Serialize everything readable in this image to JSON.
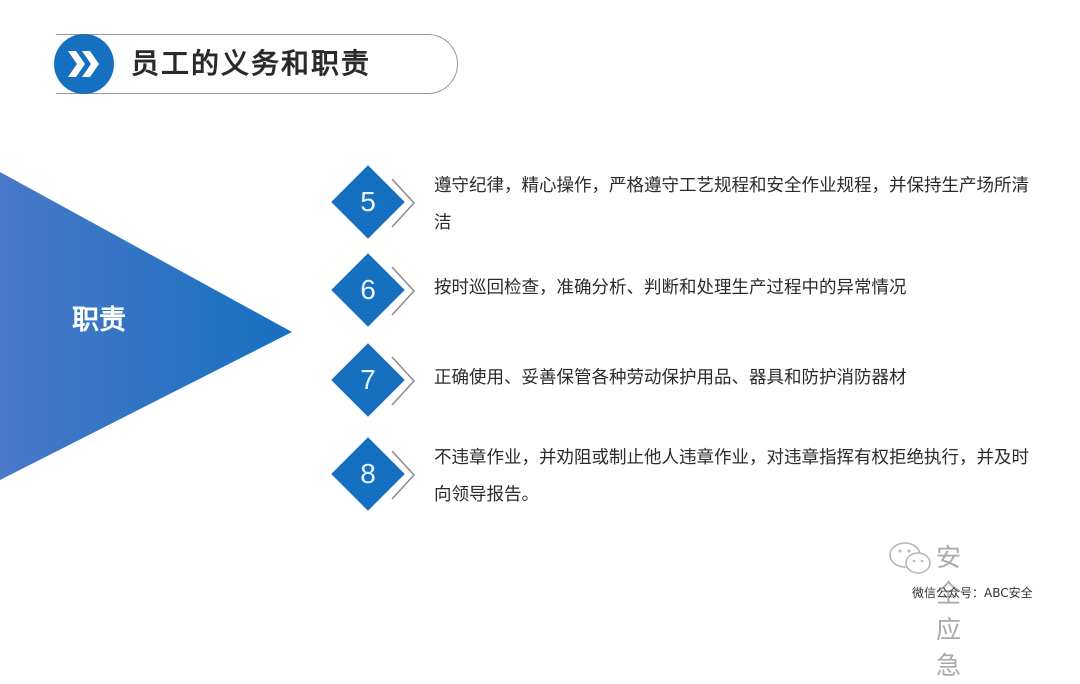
{
  "header": {
    "title": "员工的义务和职责",
    "icon": "double-chevron-right-icon",
    "accent_color": "#1670c0"
  },
  "triangle": {
    "label": "职责",
    "gradient_start": "#4a78c8",
    "gradient_end": "#1670c0"
  },
  "items": [
    {
      "number": "5",
      "text": "遵守纪律，精心操作，严格遵守工艺规程和安全作业规程，并保持生产场所清洁"
    },
    {
      "number": "6",
      "text": "按时巡回检查，准确分析、判断和处理生产过程中的异常情况"
    },
    {
      "number": "7",
      "text": "正确使用、妥善保管各种劳动保护用品、器具和防护消防器材"
    },
    {
      "number": "8",
      "text": "不违章作业，并劝阻或制止他人违章作业，对违章指挥有权拒绝执行，并及时向领导报告。"
    }
  ],
  "watermark": {
    "icon": "wechat-icon",
    "brand": "安全应急",
    "subtitle": "微信公众号：ABC安全"
  }
}
